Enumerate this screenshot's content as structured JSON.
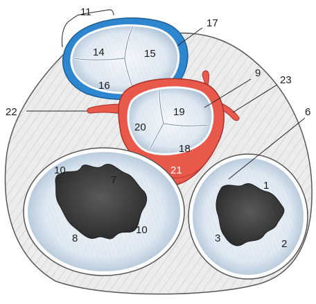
{
  "diagram": {
    "colors": {
      "tissue": "#ececec",
      "tissue_stroke": "#555555",
      "fibers": "#9a9a9a",
      "valve_face": "#dfe9f2",
      "valve_shade": "#a9bfd3",
      "pulmonary_ring": "#2e86cf",
      "aortic_wall": "#e8584b",
      "orifice": "#3a3a3a",
      "ring_white": "#ffffff"
    },
    "labels": {
      "l1": "1",
      "l2": "2",
      "l3": "3",
      "l6": "6",
      "l7": "7",
      "l8": "8",
      "l9": "9",
      "l10a": "10",
      "l10b": "10",
      "l11": "11",
      "l14": "14",
      "l15": "15",
      "l16": "16",
      "l17": "17",
      "l18": "18",
      "l19": "19",
      "l20": "20",
      "l21": "21",
      "l22": "22",
      "l23": "23"
    }
  }
}
